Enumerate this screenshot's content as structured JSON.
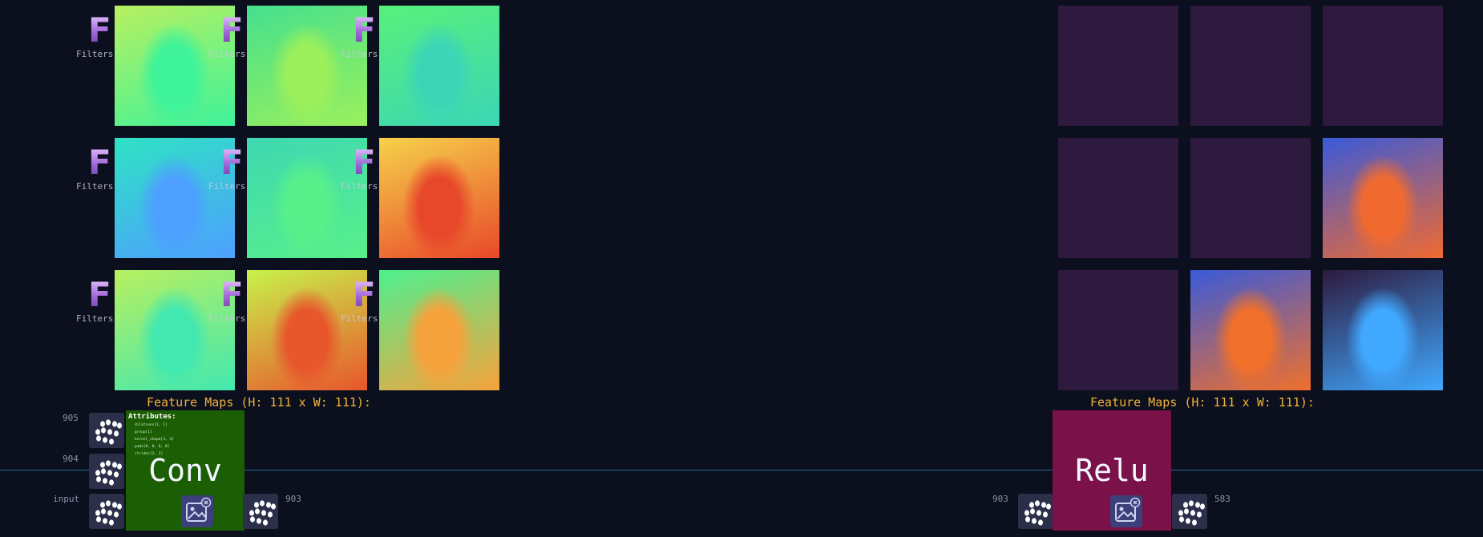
{
  "colors": {
    "background": "#0c0f1d",
    "wire": "#1f6f93",
    "conv_node": "#1b5e04",
    "relu_node": "#7a1148",
    "feature_title": "#f1b33a",
    "port_bg": "#2c2f4a"
  },
  "left_panel": {
    "filter_mark": "F",
    "filter_label": "Filters",
    "title": "Feature Maps (H: 111 x W: 111):",
    "maps": [
      {
        "color": "#3ef39a",
        "tint": "#b8f060"
      },
      {
        "color": "#9bf05c",
        "tint": "#45e08e"
      },
      {
        "color": "#3cd6b6",
        "tint": "#58f07a"
      },
      {
        "color": "#4da0ff",
        "tint": "#2fe2c4"
      },
      {
        "color": "#58f08a",
        "tint": "#3ed8b2"
      },
      {
        "color": "#e8482a",
        "tint": "#f6d24a"
      },
      {
        "color": "#42e8b0",
        "tint": "#b8f060"
      },
      {
        "color": "#e8562c",
        "tint": "#c8f24a"
      },
      {
        "color": "#f6a23c",
        "tint": "#4ef08e"
      }
    ]
  },
  "right_panel": {
    "title": "Feature Maps (H: 111 x W: 111):",
    "maps": [
      {
        "color": "#2e1a3e",
        "tint": "#2e1a3e"
      },
      {
        "color": "#2e1a3e",
        "tint": "#2e1a3e"
      },
      {
        "color": "#2e1a3e",
        "tint": "#2e1a3e"
      },
      {
        "color": "#2e1a3e",
        "tint": "#2e1a3e"
      },
      {
        "color": "#2e1a3e",
        "tint": "#2e1a3e"
      },
      {
        "color": "#f06a30",
        "tint": "#3a5ad8"
      },
      {
        "color": "#2e1a3e",
        "tint": "#2e1a3e"
      },
      {
        "color": "#f0702c",
        "tint": "#3a5ad8"
      },
      {
        "color": "#40a8ff",
        "tint": "#2e1a3e"
      }
    ]
  },
  "conv_node": {
    "title": "Conv",
    "attributes_header": "Attributes:",
    "attributes": [
      "dilations[1, 1]",
      "group[1]",
      "kernel_shape[3, 3]",
      "pads[0, 0, 0, 0]",
      "strides[2, 2]"
    ],
    "input_ports": [
      {
        "label": "905"
      },
      {
        "label": "904"
      },
      {
        "label": "input"
      }
    ],
    "output_port": {
      "label": "903"
    }
  },
  "relu_node": {
    "title": "Relu",
    "input_port": {
      "label": "903"
    },
    "output_port": {
      "label": "583"
    }
  },
  "icons": {
    "port": "grid-dots-icon",
    "view_image": "image-view-icon",
    "filter": "filter-f-icon"
  }
}
